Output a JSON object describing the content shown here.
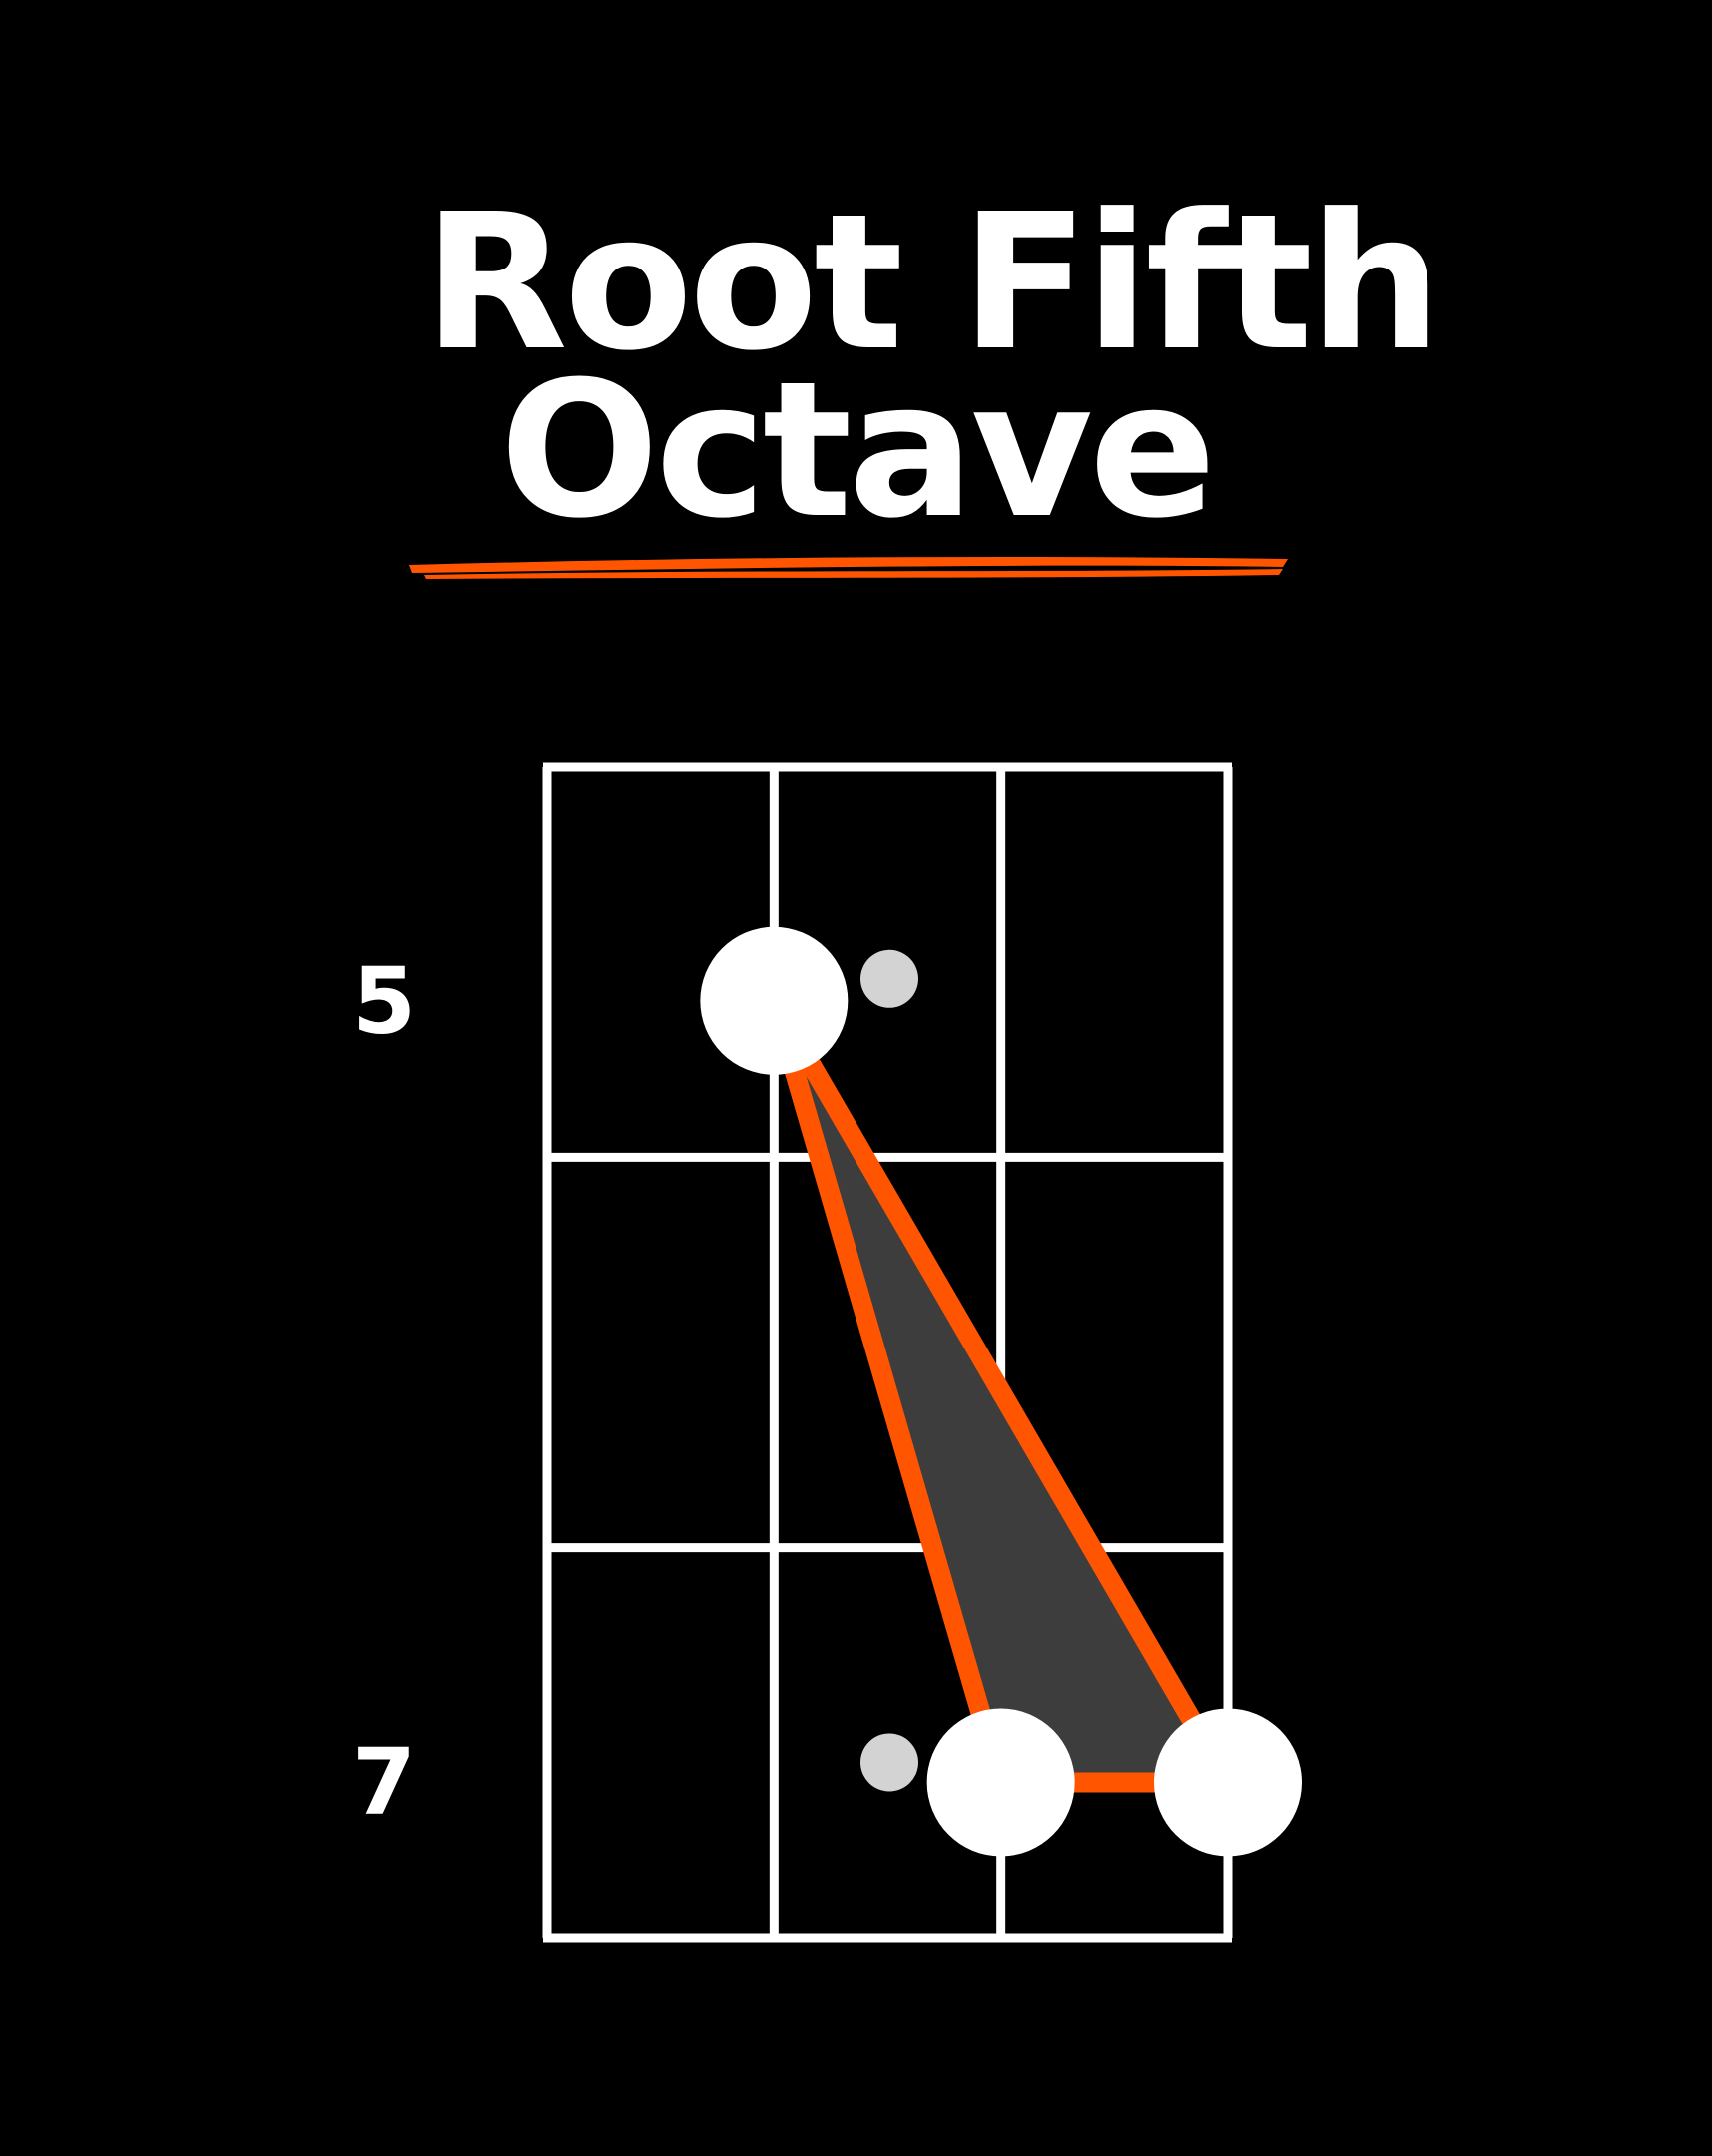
{
  "title": {
    "line_1": "Root Fifth",
    "line_2": "Octave"
  },
  "fretboard": {
    "strings": 4,
    "frets_shown": 3,
    "fret_numbers": [
      {
        "fret": 5,
        "label": "5"
      },
      {
        "fret": 7,
        "label": "7"
      }
    ]
  },
  "notes": [
    {
      "name": "root",
      "string": 2,
      "fret": 5
    },
    {
      "name": "fifth",
      "string": 3,
      "fret": 7
    },
    {
      "name": "octave",
      "string": 4,
      "fret": 7
    }
  ],
  "inlay_markers": [
    {
      "fret": 5
    },
    {
      "fret": 7
    }
  ],
  "colors": {
    "background": "#000000",
    "grid": "#ffffff",
    "note": "#ffffff",
    "accent": "#ff5500",
    "shape_fill": "#3d3d3d",
    "marker": "#d3d3d3"
  }
}
